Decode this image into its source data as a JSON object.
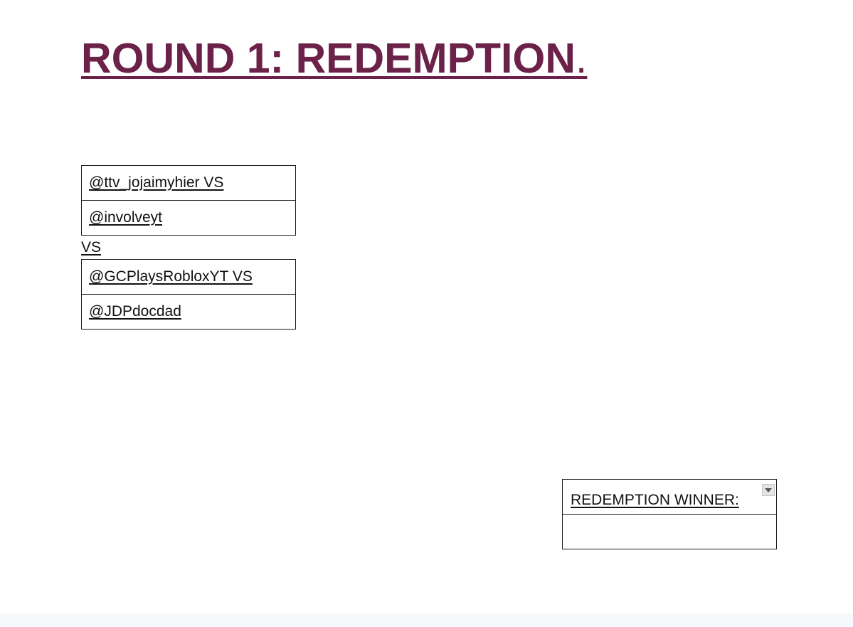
{
  "title": {
    "text": "ROUND 1: REDEMPTION",
    "trailing": "."
  },
  "match_1": {
    "player_1": "@ttv_jojaimyhier VS",
    "player_2": "@involveyt"
  },
  "vs_label": "VS",
  "match_2": {
    "player_1": "@GCPlaysRobloxYT VS",
    "player_2": "@JDPdocdad"
  },
  "winner": {
    "label": "REDEMPTION WINNER:",
    "value": "",
    "dropdown_icon": "chevron-down-icon"
  },
  "colors": {
    "title": "#6b2148",
    "border": "#1a1a1a",
    "footer": "#f6f8fc"
  }
}
